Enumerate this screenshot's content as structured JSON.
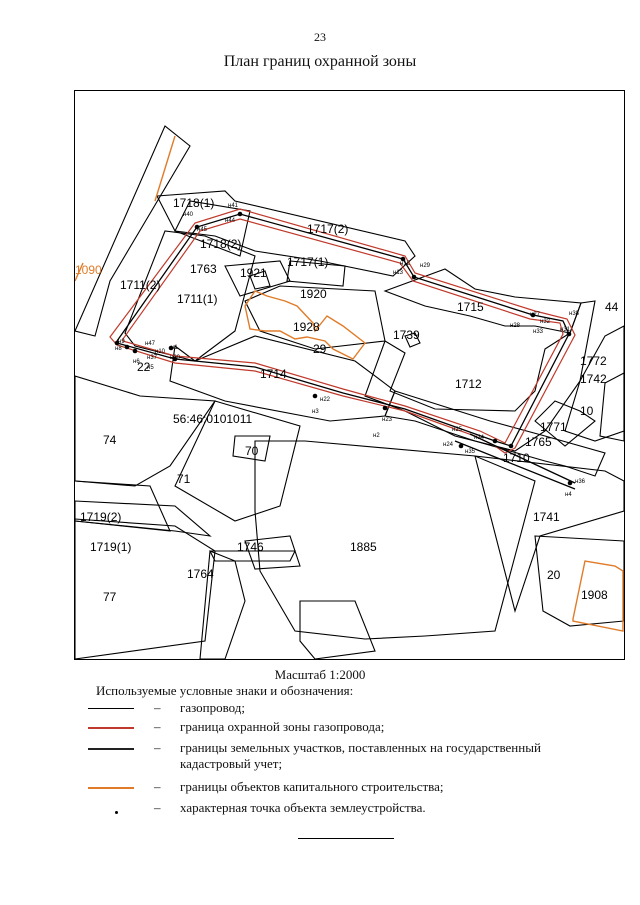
{
  "page_number": "23",
  "title": "План границ охранной зоны",
  "colors": {
    "gas_pipe": "#000000",
    "protection_zone": "#c0392b",
    "parcel_border": "#000000",
    "building_border": "#e07b29"
  },
  "map": {
    "labels": {
      "p1718_1": "1718(1)",
      "p1717_2": "1717(2)",
      "p1718_2": "1718(2)",
      "p1717_1": "1717(1)",
      "p1763": "1763",
      "p1921": "1921",
      "p1920": "1920",
      "p1090": "1090",
      "p1711_2": "1711(2)",
      "p1711_1": "1711(1)",
      "p1715": "1715",
      "p1739": "1739",
      "p1928": "1928",
      "p29": "29",
      "p22": "22",
      "p1714": "1714",
      "p1712": "1712",
      "p1772": "1772",
      "p1742": "1742",
      "p10": "10",
      "p1771": "1771",
      "p1765": "1765",
      "p1710": "1710",
      "p1741": "1741",
      "cadastre": "56:46:0101011",
      "p74": "74",
      "p70": "70",
      "p71": "71",
      "p1719_2": "1719(2)",
      "p1719_1": "1719(1)",
      "p1746": "1746",
      "p1885": "1885",
      "p1764": "1764",
      "p77": "77",
      "p20": "20",
      "p1908": "1908",
      "p44": "44"
    },
    "points": {
      "n1": "н1",
      "n2": "н2",
      "n3": "н3",
      "n4": "н4",
      "n5": "н5",
      "n6": "н6",
      "n8": "н8",
      "n9": "н9",
      "n10": "н10",
      "n12": "н12",
      "n13": "н13",
      "n22": "н22",
      "n23": "н23",
      "n24": "н24",
      "n25": "н25",
      "n27": "н27",
      "n28": "н28",
      "n29": "н29",
      "n30": "н30",
      "n31": "н31",
      "n32": "н32",
      "n33": "н33",
      "n34": "н34",
      "n35": "н35",
      "n36": "н36",
      "n37": "н37",
      "n38": "н38",
      "n40": "н40",
      "n41": "н41",
      "n44": "н44",
      "n45": "н45",
      "n47": "н47"
    }
  },
  "scale": "Масштаб 1:2000",
  "legend": {
    "heading": "Используемые условные знаки и обозначения:",
    "dash": "–",
    "items": [
      {
        "text": "газопровод;"
      },
      {
        "text": "граница охранной зоны газопровода;"
      },
      {
        "text": "границы земельных участков,  поставленных на государственный кадастровый учет;"
      },
      {
        "text": "границы объектов капитального строительства;"
      },
      {
        "text": "характерная точка объекта землеустройства."
      }
    ]
  }
}
